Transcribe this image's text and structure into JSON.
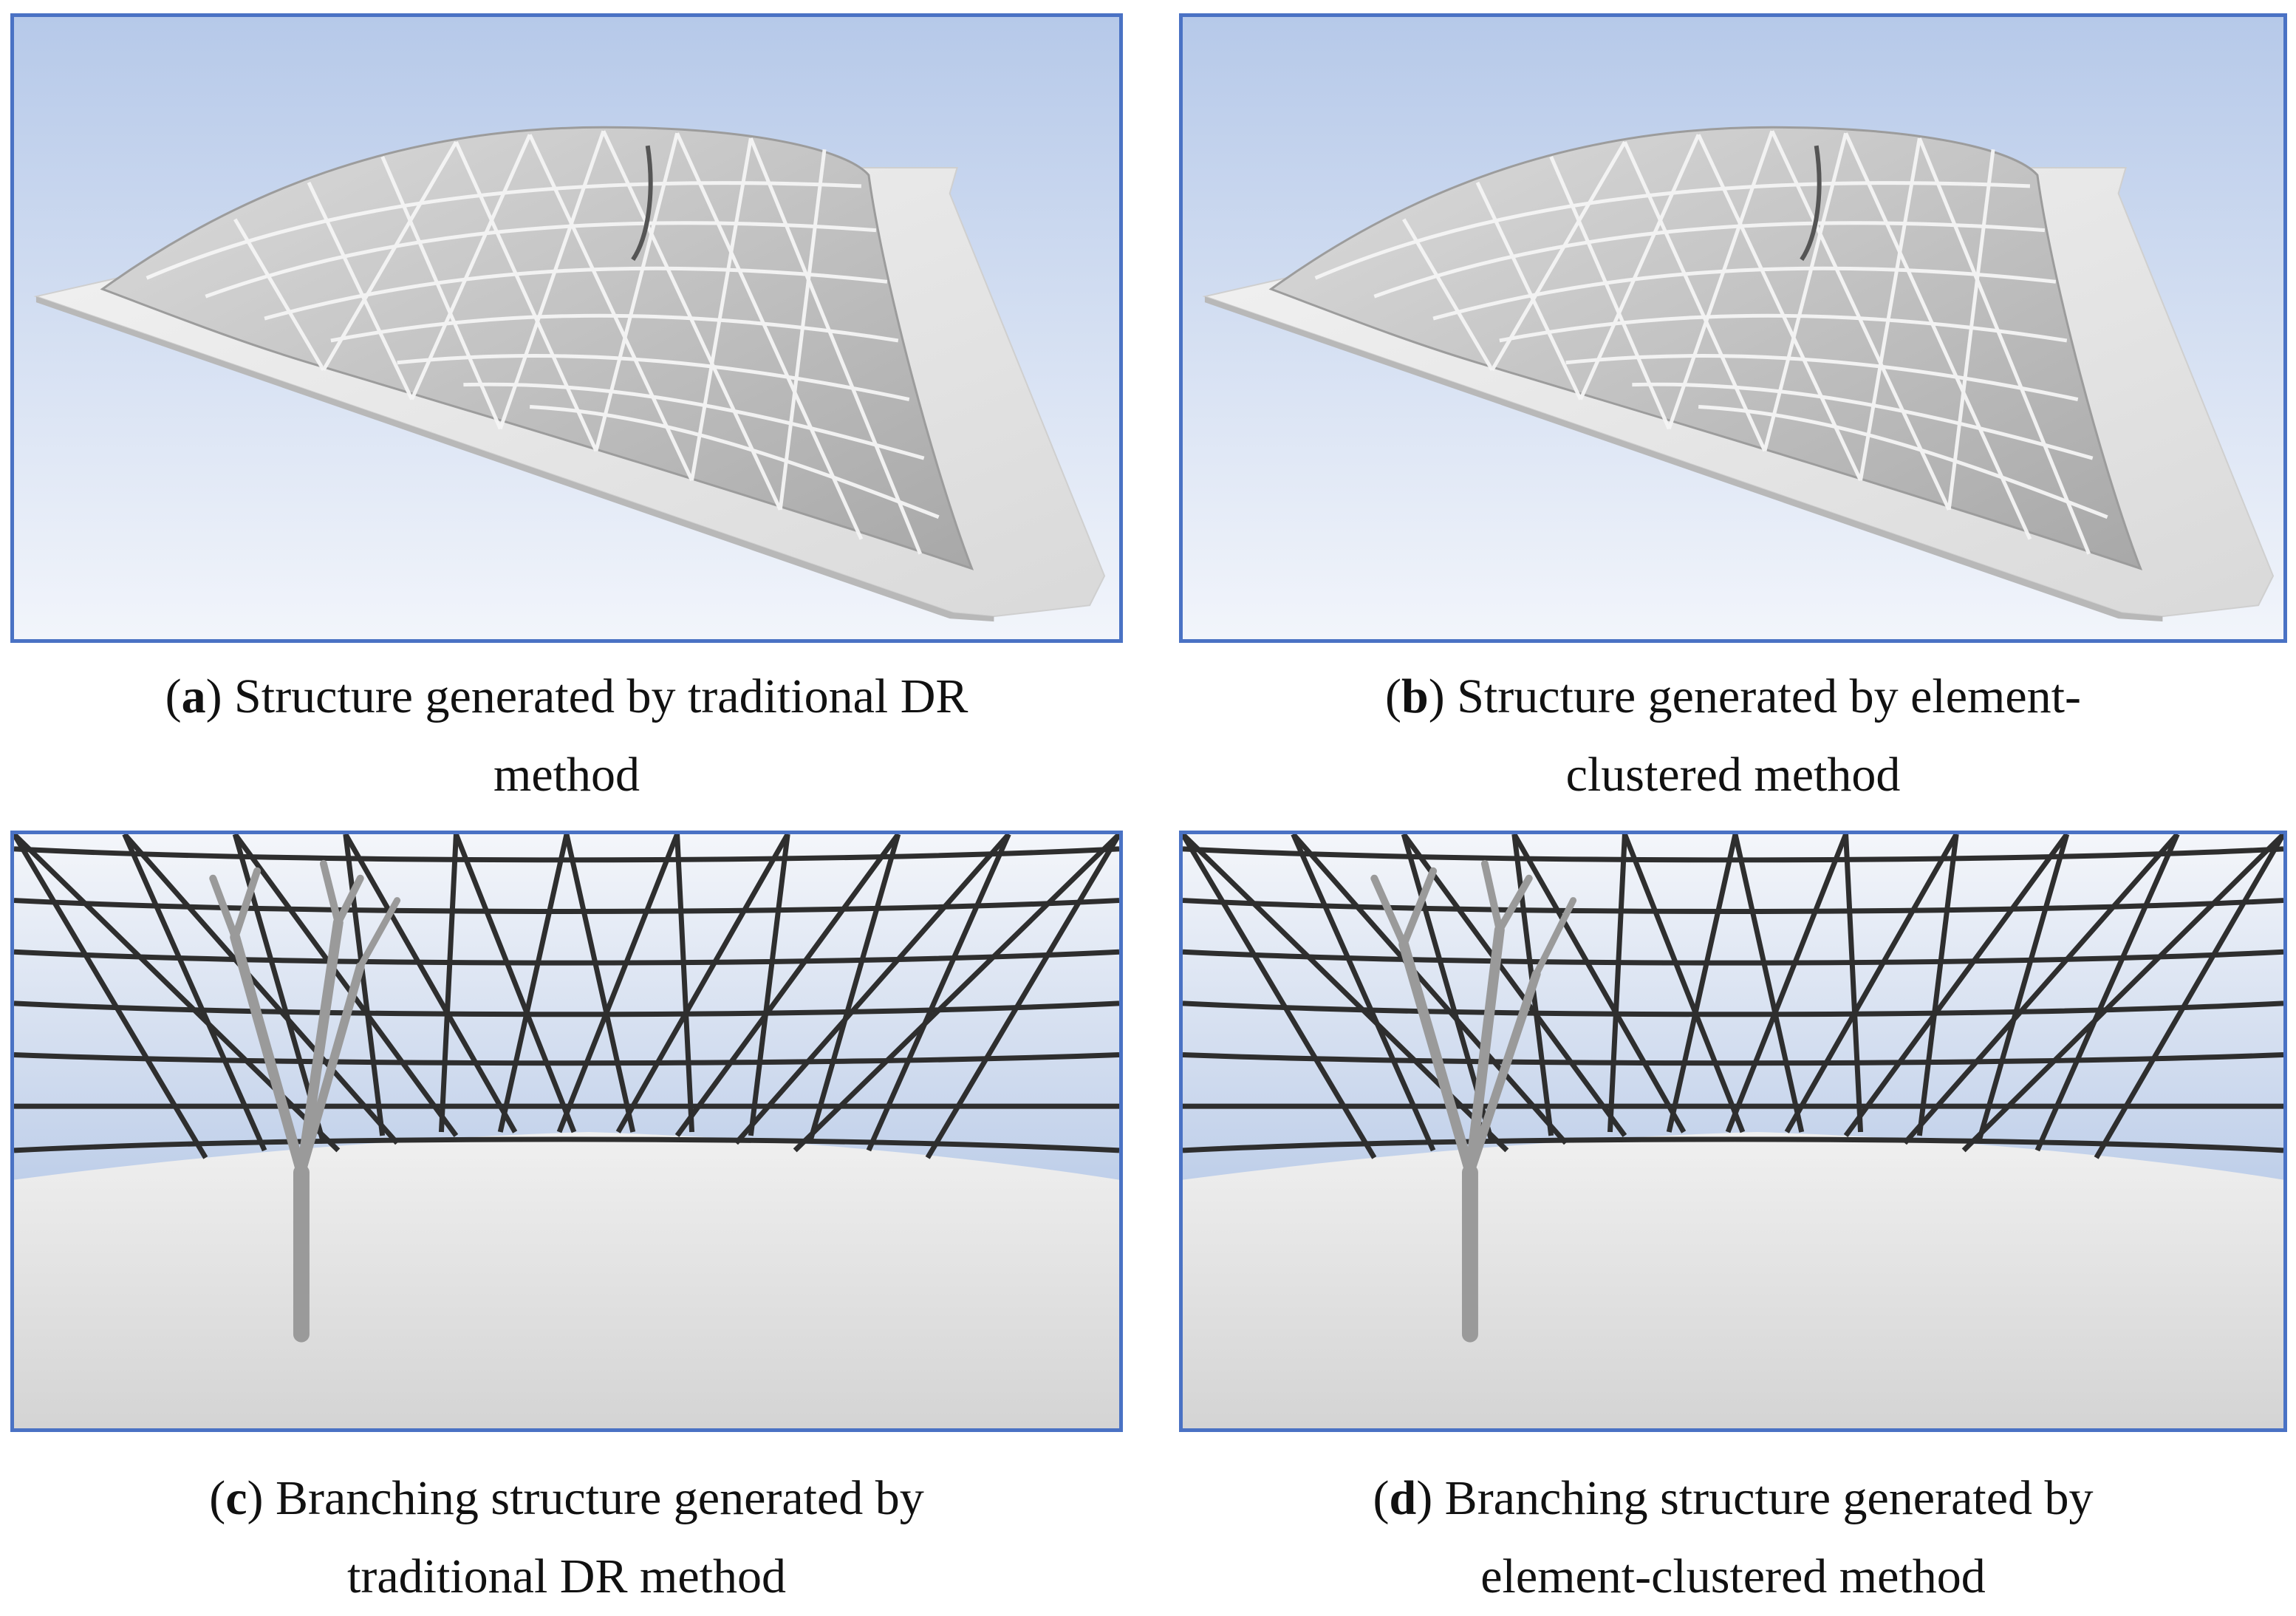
{
  "figure": {
    "panels": [
      {
        "id": "a",
        "letter": "a",
        "line1": " Structure generated by traditional DR",
        "line2": "method"
      },
      {
        "id": "b",
        "letter": "b",
        "line1": " Structure generated by element-",
        "line2": "clustered method"
      },
      {
        "id": "c",
        "letter": "c",
        "line1": " Branching structure generated by",
        "line2": "traditional DR method"
      },
      {
        "id": "d",
        "letter": "d",
        "line1": " Branching structure generated by",
        "line2": "element-clustered method"
      }
    ],
    "colors": {
      "frame": "#4a72c4",
      "sky_top": "#b9ccea",
      "sky_bottom": "#f4f7fc",
      "ground": "#e8e8e8",
      "member": "#3a3a3a"
    }
  }
}
